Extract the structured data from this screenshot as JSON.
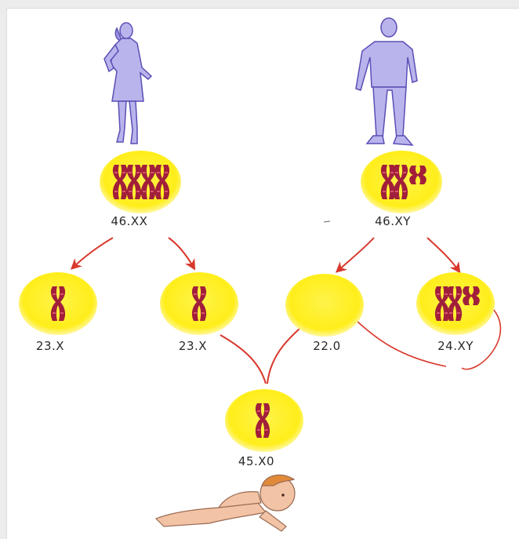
{
  "colors": {
    "cell_fill": "#fff22a",
    "cell_glow": "#fff9a6",
    "chromosome": "#a11f3a",
    "chromosome_band": "#d8556c",
    "arrow": "#d8382c",
    "person_fill": "#b9b4ec",
    "person_stroke": "#5a4fb5",
    "baby_skin": "#f3c3a6",
    "baby_hair": "#e08a3a"
  },
  "figures": [
    {
      "name": "mother-figure",
      "icon": "woman-silhouette-icon"
    },
    {
      "name": "father-figure",
      "icon": "man-silhouette-icon"
    },
    {
      "name": "baby-figure",
      "icon": "crawling-baby-icon"
    }
  ],
  "labels": {
    "mother": "46.XX",
    "father": "46.XY",
    "egg_left": "23.X",
    "egg_right": "23.X",
    "sperm_empty": "22.0",
    "sperm_xy": "24.XY",
    "zygote": "45.X0"
  }
}
